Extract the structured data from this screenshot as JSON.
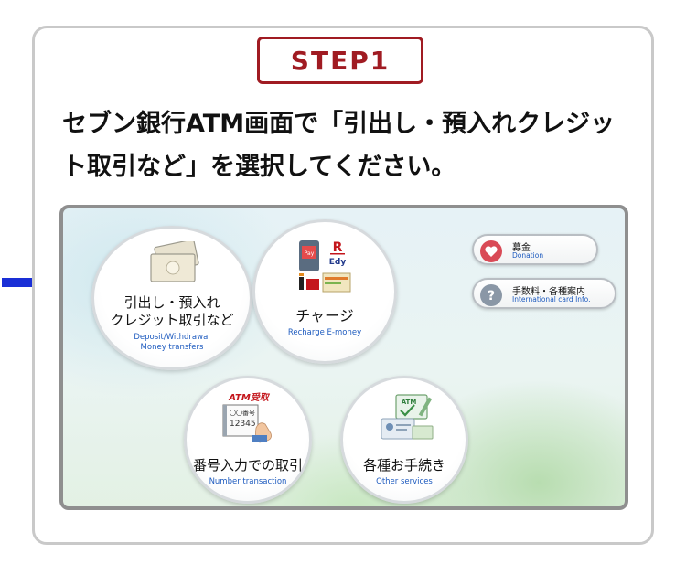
{
  "step_badge": "STEP1",
  "instruction": "セブン銀行ATM画面で「引出し・預入れクレジット取引など」を選択してください。",
  "atm_screen": {
    "buttons": [
      {
        "label_line1": "引出し・預入れ",
        "label_line2": "クレジット取引など",
        "sub_line1": "Deposit/Withdrawal",
        "sub_line2": "Money transfers",
        "icon": "cash-icon"
      },
      {
        "label": "チャージ",
        "sub": "Recharge E-money",
        "icon": "emoney-icon",
        "icon_texts": {
          "pay": "Pay",
          "r": "R",
          "edy": "Edy"
        }
      },
      {
        "label": "番号入力での取引",
        "sub": "Number transaction",
        "icon": "keypad-slip-icon",
        "icon_texts": {
          "atm": "ATM受取",
          "circles": "〇〇番号",
          "number": "12345"
        }
      },
      {
        "label": "各種お手続き",
        "sub": "Other services",
        "icon": "atm-card-icon",
        "icon_texts": {
          "atm": "ATM"
        }
      }
    ],
    "pills": [
      {
        "label": "募金",
        "sub": "Donation",
        "icon": "heart-icon",
        "color": "#d94a56"
      },
      {
        "label": "手数料・各種案内",
        "sub": "International card Info.",
        "icon": "question-icon",
        "color": "#8a97a6"
      }
    ]
  },
  "colors": {
    "accent": "#a01b22",
    "arrow": "#1a2fd6",
    "link_blue": "#1e5bbf"
  }
}
